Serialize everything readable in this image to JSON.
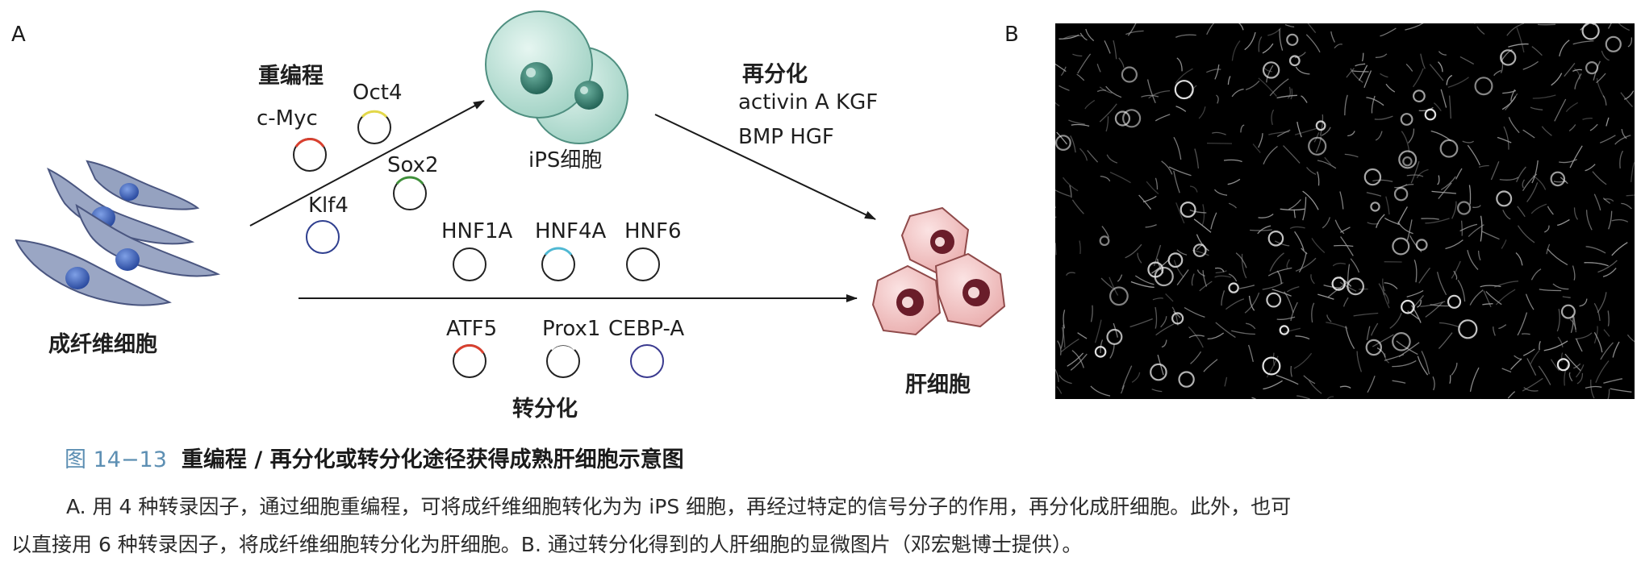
{
  "panel_a": {
    "letter": "A",
    "fibroblast_label": "成纤维细胞",
    "reprogramming_label": "重编程",
    "factors_ips": [
      "c-Myc",
      "Oct4",
      "Sox2",
      "Klf4"
    ],
    "ips_label": "iPS细胞",
    "redifferentiation_label": "再分化",
    "signals_line1": "activin A  KGF",
    "signals_line2": "BMP  HGF",
    "factors_trans_top": [
      "HNF1A",
      "HNF4A",
      "HNF6"
    ],
    "factors_trans_bottom": [
      "ATF5",
      "Prox1",
      "CEBP-A"
    ],
    "transdifferentiation_label": "转分化",
    "hepatocyte_label": "肝细胞"
  },
  "panel_b": {
    "letter": "B"
  },
  "caption": {
    "figure_number": "图 14−13",
    "title": "重编程 / 再分化或转分化途径获得成熟肝细胞示意图",
    "line1": "A. 用 4 种转录因子，通过细胞重编程，可将成纤维细胞转化为为 iPS 细胞，再经过特定的信号分子的作用，再分化成肝细胞。此外，也可",
    "line2": "以直接用 6 种转录因子，将成纤维细胞转分化为肝细胞。B. 通过转分化得到的人肝细胞的显微图片（邓宏魁博士提供）。"
  },
  "colors": {
    "fibroblast_fill": "#9aa6c4",
    "fibroblast_nucleus": "#3a5fb0",
    "ips_fill": "#bfe3d9",
    "ips_nucleus": "#2f7a6a",
    "hepatocyte_fill": "#f2c3c3",
    "hepatocyte_nucleus": "#6a1d2a",
    "plasmid_cmyc": "#d9402f",
    "plasmid_oct4": "#e3d84a",
    "plasmid_sox2": "#3f8f3a",
    "plasmid_klf4": "#2f3f8f",
    "plasmid_hnf4a": "#4fb8d3",
    "plasmid_atf5": "#d9402f",
    "plasmid_cebpa": "#3a3a8f",
    "plasmid_default": "#222222",
    "caption_blue": "#5d8fb3"
  }
}
